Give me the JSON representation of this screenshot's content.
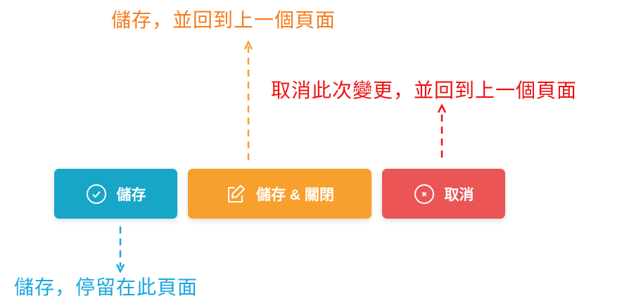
{
  "buttons": {
    "save": {
      "label": "儲存",
      "icon": "check-circle-icon",
      "color": "#17a5c8"
    },
    "save_close": {
      "label": "儲存 & 關閉",
      "icon": "edit-icon",
      "color": "#f7a02d"
    },
    "cancel": {
      "label": "取消",
      "icon": "x-circle-icon",
      "color": "#eb5555"
    }
  },
  "annotations": {
    "save": {
      "text": "儲存，停留在此頁面",
      "color": "#1aa7e0"
    },
    "save_close": {
      "text": "儲存，並回到上一個頁面",
      "color": "#f57c1f"
    },
    "cancel": {
      "text": "取消此次變更，並回到上一個頁面",
      "color": "#ee1111"
    }
  }
}
